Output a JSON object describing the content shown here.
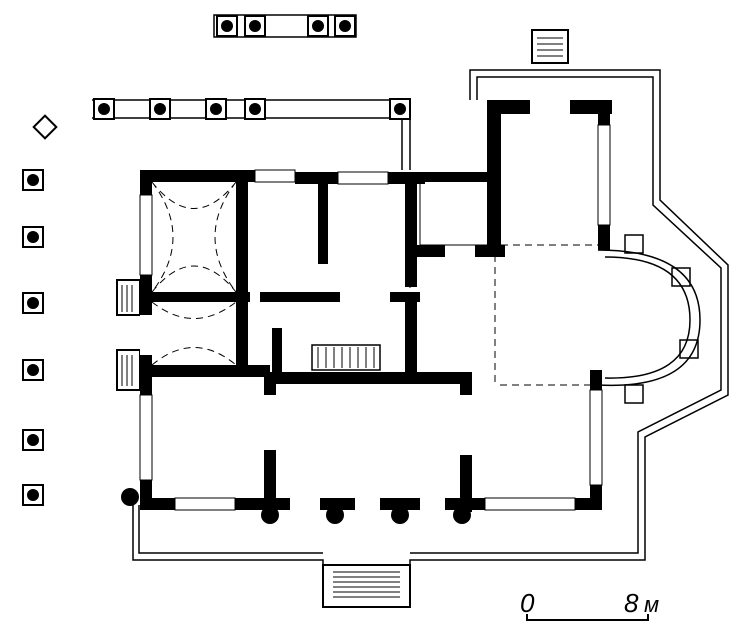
{
  "title": "Floor plan",
  "scale_bar": {
    "start_label": "0",
    "end_label": "8",
    "unit": "м",
    "length_m": 8
  },
  "colors": {
    "ink": "#000000",
    "paper": "#ffffff"
  }
}
